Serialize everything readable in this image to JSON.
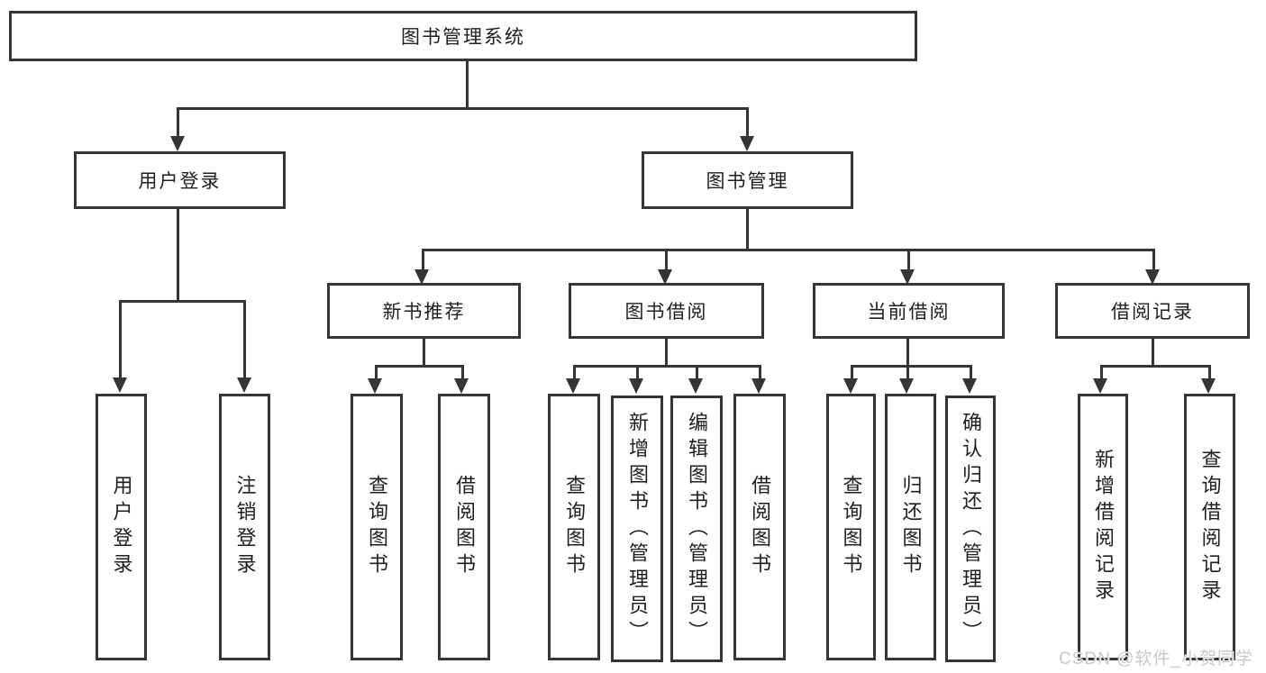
{
  "nodes": {
    "root": {
      "label": "图书管理系统"
    },
    "level2": [
      {
        "label": "用户登录"
      },
      {
        "label": "图书管理"
      }
    ],
    "level3": [
      {
        "label": "新书推荐",
        "parent": "图书管理"
      },
      {
        "label": "图书借阅",
        "parent": "图书管理"
      },
      {
        "label": "当前借阅",
        "parent": "图书管理"
      },
      {
        "label": "借阅记录",
        "parent": "图书管理"
      }
    ],
    "leaves": [
      {
        "label": "用户登录",
        "parent": "用户登录"
      },
      {
        "label": "注销登录",
        "parent": "用户登录"
      },
      {
        "label": "查询图书",
        "parent": "新书推荐"
      },
      {
        "label": "借阅图书",
        "parent": "新书推荐"
      },
      {
        "label": "查询图书",
        "parent": "图书借阅"
      },
      {
        "label": "新增图书（管理员）",
        "parent": "图书借阅"
      },
      {
        "label": "编辑图书（管理员）",
        "parent": "图书借阅"
      },
      {
        "label": "借阅图书",
        "parent": "图书借阅"
      },
      {
        "label": "查询图书",
        "parent": "当前借阅"
      },
      {
        "label": "归还图书",
        "parent": "当前借阅"
      },
      {
        "label": "确认归还（管理员）",
        "parent": "当前借阅"
      },
      {
        "label": "新增借阅记录",
        "parent": "借阅记录"
      },
      {
        "label": "查询借阅记录",
        "parent": "借阅记录"
      }
    ]
  },
  "watermark": "CSDN @软件_小贺同学",
  "colors": {
    "line": "#353535",
    "text": "#1f1f1f",
    "watermark": "#c9c9c9"
  }
}
